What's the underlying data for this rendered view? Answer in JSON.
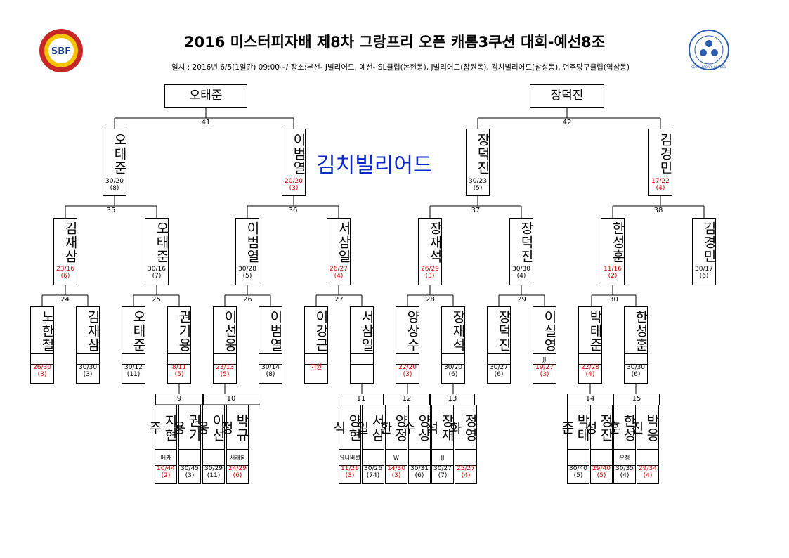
{
  "header": {
    "title": "2016 미스터피자배 제8차 그랑프리 오픈 캐롬3쿠션 대회-예선8조",
    "subtitle": "일시 : 2016년 6/5(1일간) 09:00~/ 장소:본선- J빌리어드, 예선- SL클럽(논현동), J빌리어드(잠원동), 김치빌리어드(삼성동), 언주당구클럽(역삼동)",
    "venue": "김치빌리어드",
    "logo_left": "SBF",
    "logo_right": "SEOUL SPORTS COUNCIL"
  },
  "colors": {
    "venue": "#0a28c8",
    "loss": "#d00000"
  },
  "finalists": [
    {
      "id": "F1",
      "name": "오태준"
    },
    {
      "id": "F2",
      "name": "장덕진"
    }
  ],
  "match_numbers": [
    {
      "id": "m41",
      "label": "41"
    },
    {
      "id": "m42",
      "label": "42"
    },
    {
      "id": "m35",
      "label": "35"
    },
    {
      "id": "m36",
      "label": "36"
    },
    {
      "id": "m37",
      "label": "37"
    },
    {
      "id": "m38",
      "label": "38"
    },
    {
      "id": "m24",
      "label": "24"
    },
    {
      "id": "m25",
      "label": "25"
    },
    {
      "id": "m26",
      "label": "26"
    },
    {
      "id": "m27",
      "label": "27"
    },
    {
      "id": "m28",
      "label": "28"
    },
    {
      "id": "m29",
      "label": "29"
    },
    {
      "id": "m30",
      "label": "30"
    },
    {
      "id": "m9",
      "label": "9"
    },
    {
      "id": "m10",
      "label": "10"
    },
    {
      "id": "m11",
      "label": "11"
    },
    {
      "id": "m12",
      "label": "12"
    },
    {
      "id": "m13",
      "label": "13"
    },
    {
      "id": "m14",
      "label": "14"
    },
    {
      "id": "m15",
      "label": "15"
    }
  ],
  "players": [
    {
      "id": "A1",
      "name": "오태준",
      "score": "30/20",
      "rank": "(8)",
      "loss": false
    },
    {
      "id": "A2",
      "name": "이범열",
      "score": "20/20",
      "rank": "(3)",
      "loss": true
    },
    {
      "id": "A3",
      "name": "장덕진",
      "score": "30/23",
      "rank": "(5)",
      "loss": false
    },
    {
      "id": "A4",
      "name": "김경민",
      "score": "17/22",
      "rank": "(4)",
      "loss": true
    },
    {
      "id": "B1",
      "name": "김재삼",
      "score": "23/16",
      "rank": "(6)",
      "loss": true
    },
    {
      "id": "B2",
      "name": "오태준",
      "score": "30/16",
      "rank": "(7)",
      "loss": false
    },
    {
      "id": "B3",
      "name": "이범열",
      "score": "30/28",
      "rank": "(5)",
      "loss": false
    },
    {
      "id": "B4",
      "name": "서삼일",
      "score": "26/27",
      "rank": "(4)",
      "loss": true
    },
    {
      "id": "B5",
      "name": "장재석",
      "score": "26/29",
      "rank": "(3)",
      "loss": true
    },
    {
      "id": "B6",
      "name": "장덕진",
      "score": "30/30",
      "rank": "(4)",
      "loss": false
    },
    {
      "id": "B7",
      "name": "한성훈",
      "score": "11/16",
      "rank": "(2)",
      "loss": true
    },
    {
      "id": "B8",
      "name": "김경민",
      "score": "30/17",
      "rank": "(6)",
      "loss": false
    },
    {
      "id": "C1",
      "name": "노한철",
      "club": "",
      "score": "26/30",
      "rank": "(3)",
      "loss": true
    },
    {
      "id": "C2",
      "name": "김재삼",
      "club": "",
      "score": "30/30",
      "rank": "(3)",
      "loss": false
    },
    {
      "id": "C3",
      "name": "오태준",
      "club": "",
      "score": "30/12",
      "rank": "(11)",
      "loss": false
    },
    {
      "id": "C4",
      "name": "권기용",
      "club": "",
      "score": "8/11",
      "rank": "(5)",
      "loss": true
    },
    {
      "id": "C5",
      "name": "이선웅",
      "club": "",
      "score": "23/13",
      "rank": "(5)",
      "loss": true
    },
    {
      "id": "C6",
      "name": "이범열",
      "club": "",
      "score": "30/14",
      "rank": "(8)",
      "loss": false
    },
    {
      "id": "C7",
      "name": "이강근",
      "club": "",
      "score": "기권",
      "rank": "",
      "loss": true
    },
    {
      "id": "C8",
      "name": "서삼일",
      "club": "",
      "score": "",
      "rank": "",
      "loss": false
    },
    {
      "id": "C9",
      "name": "양상수",
      "club": "",
      "score": "22/20",
      "rank": "(3)",
      "loss": true
    },
    {
      "id": "C10",
      "name": "장재석",
      "club": "",
      "score": "30/20",
      "rank": "(6)",
      "loss": false
    },
    {
      "id": "C11",
      "name": "장덕진",
      "club": "",
      "score": "30/27",
      "rank": "(6)",
      "loss": false
    },
    {
      "id": "C12",
      "name": "이실영",
      "club": "JJ",
      "score": "19/27",
      "rank": "(3)",
      "loss": true
    },
    {
      "id": "C13",
      "name": "박태준",
      "club": "",
      "score": "22/28",
      "rank": "(4)",
      "loss": true
    },
    {
      "id": "C14",
      "name": "한성훈",
      "club": "",
      "score": "30/30",
      "rank": "(6)",
      "loss": false
    },
    {
      "id": "D1",
      "name": "지현주",
      "club": "메카",
      "score": "10/44",
      "rank": "(2)",
      "loss": true
    },
    {
      "id": "D2",
      "name": "권기용",
      "club": "",
      "score": "30/45",
      "rank": "(3)",
      "loss": false
    },
    {
      "id": "D3",
      "name": "이선웅",
      "club": "",
      "score": "30/29",
      "rank": "(11)",
      "loss": false
    },
    {
      "id": "D4",
      "name": "박규정",
      "club": "서캐롬",
      "score": "24/29",
      "rank": "(6)",
      "loss": true
    },
    {
      "id": "D5",
      "name": "양현식",
      "club": "유니버셜",
      "score": "11/26",
      "rank": "(3)",
      "loss": true
    },
    {
      "id": "D6",
      "name": "서삼일",
      "club": "",
      "score": "30/26",
      "rank": "(74)",
      "loss": false
    },
    {
      "id": "D7",
      "name": "양정환",
      "club": "W",
      "score": "14/30",
      "rank": "(3)",
      "loss": true
    },
    {
      "id": "D8",
      "name": "양상수",
      "club": "",
      "score": "30/31",
      "rank": "(6)",
      "loss": false
    },
    {
      "id": "D9",
      "name": "장재석",
      "club": "JJ",
      "score": "30/27",
      "rank": "(7)",
      "loss": false
    },
    {
      "id": "D10",
      "name": "정영화",
      "club": "",
      "score": "25/27",
      "rank": "(4)",
      "loss": true
    },
    {
      "id": "D11",
      "name": "박태준",
      "club": "",
      "score": "30/40",
      "rank": "(5)",
      "loss": false
    },
    {
      "id": "D12",
      "name": "정진성",
      "club": "",
      "score": "29/40",
      "rank": "(5)",
      "loss": true
    },
    {
      "id": "D13",
      "name": "한성훈",
      "club": "우정",
      "score": "30/35",
      "rank": "(4)",
      "loss": false
    },
    {
      "id": "D14",
      "name": "박응진",
      "club": "",
      "score": "29/34",
      "rank": "(4)",
      "loss": true
    }
  ]
}
